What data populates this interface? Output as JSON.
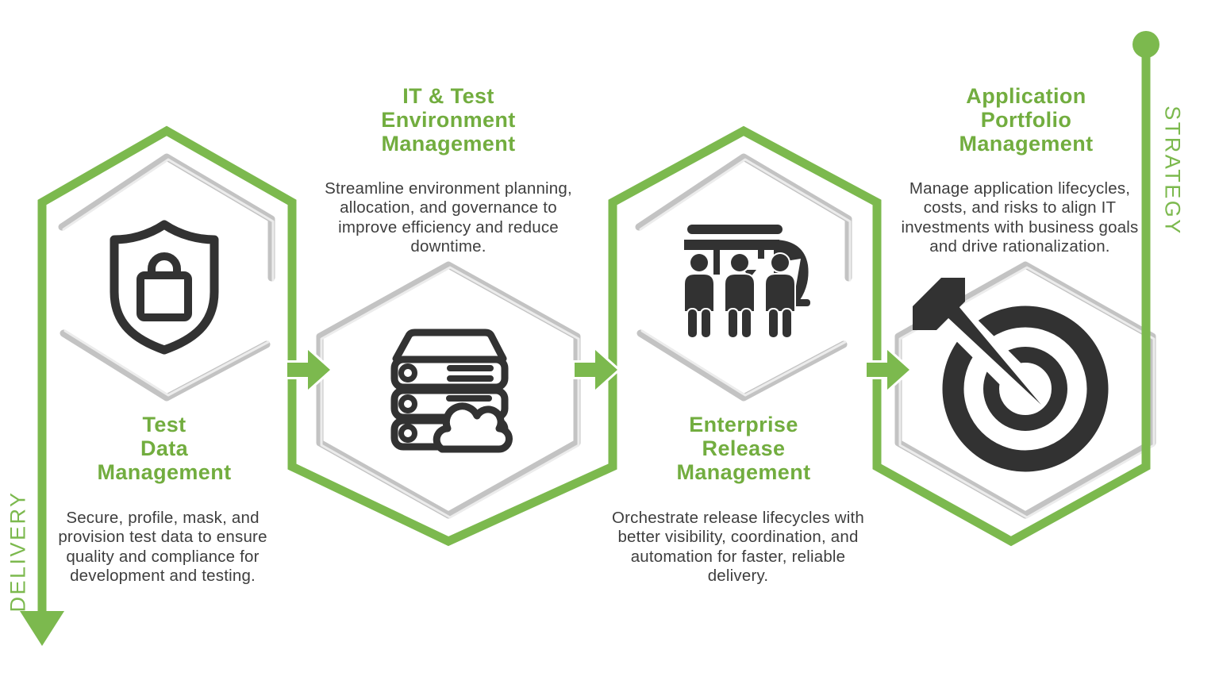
{
  "palette": {
    "path_green": "#7cb94e",
    "heading_green": "#72ad3f",
    "icon_charcoal": "#323232",
    "hex_gray": "#c9c9c9",
    "body_text": "#3e3e3e",
    "background": "#ffffff"
  },
  "flow": {
    "left_axis_label": "DELIVERY",
    "right_axis_label": "STRATEGY"
  },
  "icons": [
    "shield-lock-icon",
    "server-cloud-icon",
    "release-train-icon",
    "target-arrow-icon"
  ],
  "modules": [
    {
      "id": "test-data-management",
      "icon": "shield-lock-icon",
      "title_lines": [
        "Test",
        "Data",
        "Management"
      ],
      "description_lines": [
        "Secure, profile, mask, and",
        "provision test data to ensure",
        "quality and compliance for",
        "development and testing."
      ]
    },
    {
      "id": "it-test-environment-management",
      "icon": "server-cloud-icon",
      "title_lines": [
        "IT & Test",
        "Environment",
        "Management"
      ],
      "description_lines": [
        "Streamline environment planning,",
        "allocation, and governance to",
        "improve efficiency and reduce",
        "downtime."
      ]
    },
    {
      "id": "enterprise-release-management",
      "icon": "release-train-icon",
      "title_lines": [
        "Enterprise",
        "Release",
        "Management"
      ],
      "description_lines": [
        "Orchestrate release lifecycles with",
        "better visibility, coordination, and",
        "automation for faster, reliable",
        "delivery."
      ]
    },
    {
      "id": "application-portfolio-management",
      "icon": "target-arrow-icon",
      "title_lines": [
        "Application",
        "Portfolio",
        "Management"
      ],
      "description_lines": [
        "Manage application lifecycles,",
        "costs, and risks to align IT",
        "investments with business goals",
        "and drive rationalization."
      ]
    }
  ]
}
